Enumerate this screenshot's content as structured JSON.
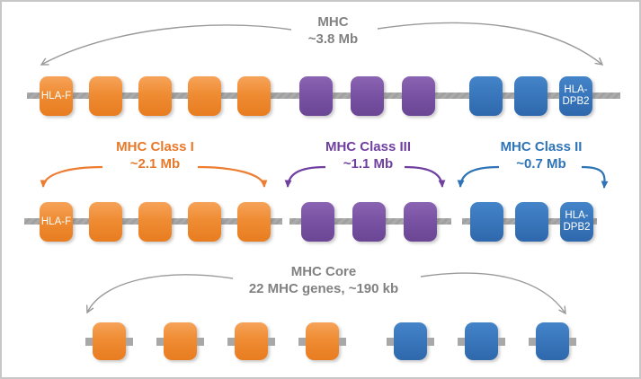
{
  "diagram": {
    "full_row": {
      "title": "MHC",
      "size": "~3.8 Mb",
      "blocks": [
        {
          "color": "orange",
          "label": "HLA-F"
        },
        {
          "color": "orange"
        },
        {
          "color": "orange"
        },
        {
          "color": "orange"
        },
        {
          "color": "orange"
        },
        {
          "color": "purple"
        },
        {
          "color": "purple"
        },
        {
          "color": "purple"
        },
        {
          "color": "blue"
        },
        {
          "color": "blue"
        },
        {
          "color": "blue",
          "label": "HLA-\nDPB2"
        }
      ]
    },
    "class_rows": [
      {
        "title": "MHC Class I",
        "size": "~2.1 Mb",
        "color": "orange",
        "blocks": [
          {
            "color": "orange",
            "label": "HLA-F"
          },
          {
            "color": "orange"
          },
          {
            "color": "orange"
          },
          {
            "color": "orange"
          },
          {
            "color": "orange"
          }
        ]
      },
      {
        "title": "MHC Class III",
        "size": "~1.1 Mb",
        "color": "purple",
        "blocks": [
          {
            "color": "purple"
          },
          {
            "color": "purple"
          },
          {
            "color": "purple"
          }
        ]
      },
      {
        "title": "MHC Class II",
        "size": "~0.7 Mb",
        "color": "blue",
        "blocks": [
          {
            "color": "blue"
          },
          {
            "color": "blue"
          },
          {
            "color": "blue",
            "label": "HLA-\nDPB2"
          }
        ]
      }
    ],
    "core_row": {
      "title": "MHC Core",
      "size": "22 MHC genes, ~190 kb",
      "blocks": [
        {
          "color": "orange"
        },
        {
          "color": "orange"
        },
        {
          "color": "orange"
        },
        {
          "color": "orange"
        },
        {
          "color": "blue"
        },
        {
          "color": "blue"
        },
        {
          "color": "blue"
        }
      ]
    },
    "colors": {
      "orange": "#ED7D31",
      "purple": "#7040A0",
      "blue": "#2E74B6",
      "gray_text": "#818181",
      "track_gray": "#A6A6A6",
      "arrow_gray": "#9A9A9A"
    }
  }
}
